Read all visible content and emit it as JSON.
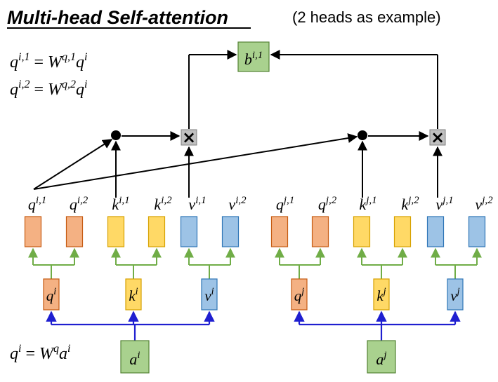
{
  "header": {
    "title": "Multi-head Self-attention",
    "subtitle": "(2 heads as example)"
  },
  "equations": {
    "q_i1": {
      "lhs": "q",
      "lhs_sup": "i,1",
      "rhs_w": "W",
      "rhs_w_sup": "q,1",
      "rhs_v": "q",
      "rhs_v_sup": "i"
    },
    "q_i2": {
      "lhs": "q",
      "lhs_sup": "i,2",
      "rhs_w": "W",
      "rhs_w_sup": "q,2",
      "rhs_v": "q",
      "rhs_v_sup": "i"
    },
    "q_i": {
      "lhs": "q",
      "lhs_sup": "i",
      "rhs_w": "W",
      "rhs_w_sup": "q",
      "rhs_v": "a",
      "rhs_v_sup": "i"
    }
  },
  "equals_sign": "=",
  "output": {
    "base": "b",
    "sup": "i,1"
  },
  "position_i": {
    "input": {
      "base": "a",
      "sup": "i"
    },
    "qkv": [
      {
        "base": "q",
        "sup": "i"
      },
      {
        "base": "k",
        "sup": "i"
      },
      {
        "base": "v",
        "sup": "i"
      }
    ],
    "heads": [
      {
        "base": "q",
        "sup": "i,1"
      },
      {
        "base": "q",
        "sup": "i,2"
      },
      {
        "base": "k",
        "sup": "i,1"
      },
      {
        "base": "k",
        "sup": "i,2"
      },
      {
        "base": "v",
        "sup": "i,1"
      },
      {
        "base": "v",
        "sup": "i,2"
      }
    ]
  },
  "position_j": {
    "input": {
      "base": "a",
      "sup": "j"
    },
    "qkv": [
      {
        "base": "q",
        "sup": "j"
      },
      {
        "base": "k",
        "sup": "j"
      },
      {
        "base": "v",
        "sup": "j"
      }
    ],
    "heads": [
      {
        "base": "q",
        "sup": "j,1"
      },
      {
        "base": "q",
        "sup": "j,2"
      },
      {
        "base": "k",
        "sup": "j,1"
      },
      {
        "base": "k",
        "sup": "j,2"
      },
      {
        "base": "v",
        "sup": "j,1"
      },
      {
        "base": "v",
        "sup": "j,2"
      }
    ]
  },
  "multiply_symbol": "×",
  "colors": {
    "q_fill": "#f4b183",
    "q_stroke": "#c55a11",
    "k_fill": "#ffd966",
    "k_stroke": "#d6a100",
    "v_fill": "#9dc3e6",
    "v_stroke": "#2e75b6",
    "io_fill": "#a9d18e",
    "io_stroke": "#548235",
    "mul_fill": "#bfbfbf",
    "mul_stroke": "#7f7f7f",
    "branch_green": "#70ad47",
    "branch_blue": "#1f1fd0"
  }
}
